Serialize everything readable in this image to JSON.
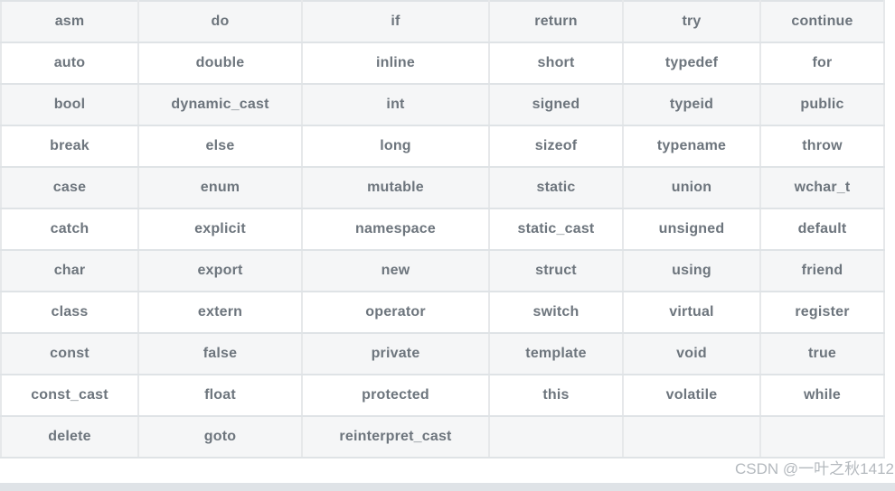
{
  "table": {
    "description": "C++ keywords table",
    "column_count": 6,
    "row_count": 11,
    "rows": [
      [
        "asm",
        "do",
        "if",
        "return",
        "try",
        "continue"
      ],
      [
        "auto",
        "double",
        "inline",
        "short",
        "typedef",
        "for"
      ],
      [
        "bool",
        "dynamic_cast",
        "int",
        "signed",
        "typeid",
        "public"
      ],
      [
        "break",
        "else",
        "long",
        "sizeof",
        "typename",
        "throw"
      ],
      [
        "case",
        "enum",
        "mutable",
        "static",
        "union",
        "wchar_t"
      ],
      [
        "catch",
        "explicit",
        "namespace",
        "static_cast",
        "unsigned",
        "default"
      ],
      [
        "char",
        "export",
        "new",
        "struct",
        "using",
        "friend"
      ],
      [
        "class",
        "extern",
        "operator",
        "switch",
        "virtual",
        "register"
      ],
      [
        "const",
        "false",
        "private",
        "template",
        "void",
        "true"
      ],
      [
        "const_cast",
        "float",
        "protected",
        "this",
        "volatile",
        "while"
      ],
      [
        "delete",
        "goto",
        "reinterpret_cast",
        "",
        "",
        ""
      ]
    ]
  },
  "watermark": {
    "text": "CSDN @一叶之秋1412"
  },
  "colors": {
    "keyword_text": "#6d757d",
    "odd_row_bg": "#f5f6f7",
    "even_row_bg": "#ffffff",
    "border_horizontal": "#dfe3e6",
    "border_vertical": "#e6e8ea",
    "scrollbar_track": "#dfe3e7",
    "watermark_text": "#b4b9be"
  }
}
